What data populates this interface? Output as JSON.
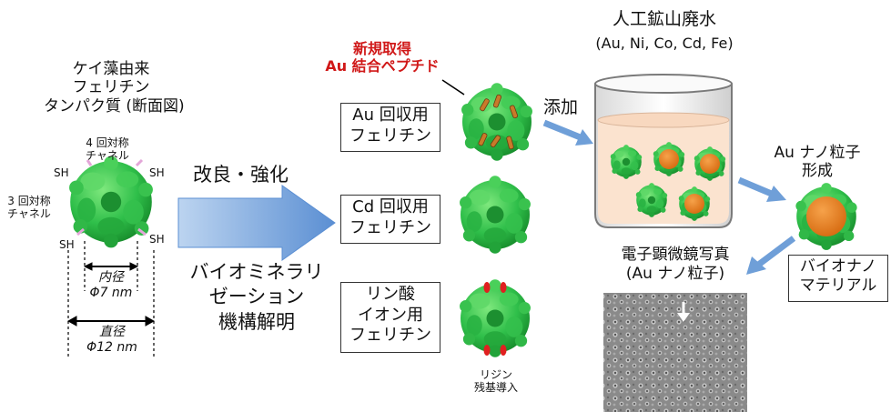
{
  "source_protein": {
    "title_line1": "ケイ藻由来",
    "title_line2": "フェリチン",
    "title_line3": "タンパク質 (断面図)",
    "channel4_line1": "4 回対称",
    "channel4_line2": "チャネル",
    "channel3_line1": "3 回対称",
    "channel3_line2": "チャネル",
    "sh": "SH",
    "inner_label": "内径",
    "inner_value": "Φ7 nm",
    "outer_label": "直径",
    "outer_value": "Φ12 nm"
  },
  "process": {
    "improve": "改良・強化",
    "bio_line1": "バイオミネラリ",
    "bio_line2": "ゼーション",
    "bio_line3": "機構解明"
  },
  "variants": {
    "peptide_line1": "新規取得",
    "peptide_line2": "Au 結合ペプチド",
    "au_line1": "Au 回収用",
    "au_line2": "フェリチン",
    "cd_line1": "Cd 回収用",
    "cd_line2": "フェリチン",
    "p_line1": "リン酸",
    "p_line2": "イオン用",
    "p_line3": "フェリチン",
    "lysine_line1": "リジン",
    "lysine_line2": "残基導入"
  },
  "application": {
    "wastewater_title": "人工鉱山廃水",
    "wastewater_metals": "(Au, Ni, Co, Cd, Fe)",
    "add": "添加",
    "au_np_line1": "Au ナノ粒子",
    "au_np_line2": "形成",
    "bio_material_line1": "バイオナノ",
    "bio_material_line2": "マテリアル",
    "em_line1": "電子顕微鏡写真",
    "em_line2": "(Au ナノ粒子)"
  },
  "colors": {
    "protein_green": "#2fbf4a",
    "arrow_blue": "#6f9fd8",
    "gold_orange": "#e8801e",
    "red_text": "#d01818",
    "water": "#fbe3cf"
  }
}
